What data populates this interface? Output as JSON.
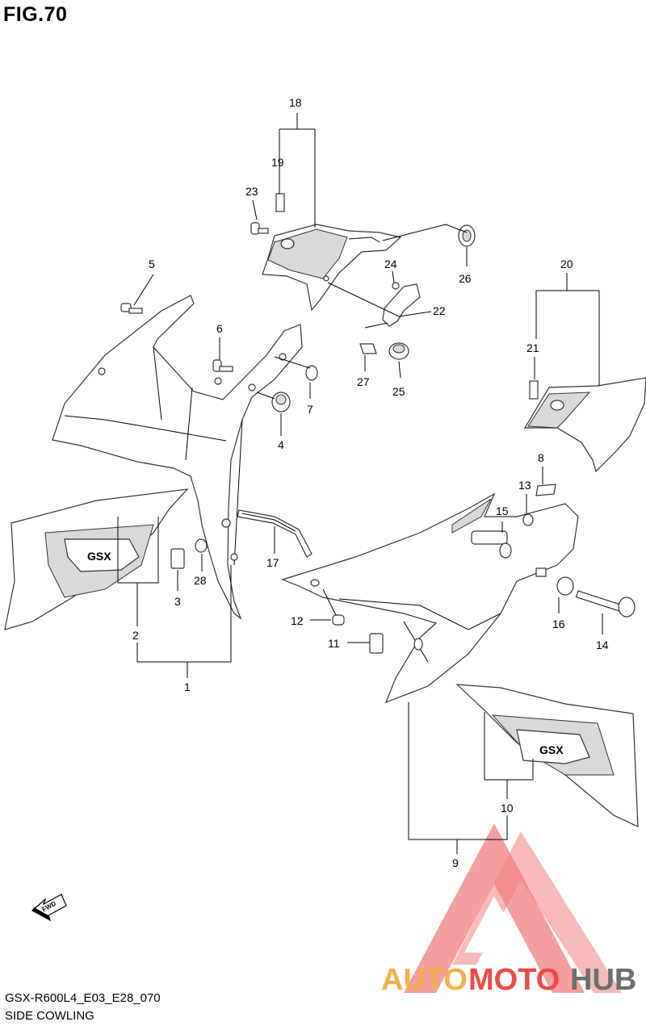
{
  "title": "FIG.70",
  "footer": {
    "code": "GSX-R600L4_E03_E28_070",
    "name": "SIDE COWLING"
  },
  "fwd_label": "FWD",
  "logo_text": "GSX",
  "callouts": {
    "n1": "1",
    "n2": "2",
    "n3": "3",
    "n4": "4",
    "n5": "5",
    "n6": "6",
    "n7": "7",
    "n8": "8",
    "n9": "9",
    "n10": "10",
    "n11": "11",
    "n12": "12",
    "n13": "13",
    "n14": "14",
    "n15": "15",
    "n16": "16",
    "n17": "17",
    "n18": "18",
    "n19": "19",
    "n20": "20",
    "n21": "21",
    "n22": "22",
    "n23": "23",
    "n24": "24",
    "n25": "25",
    "n26": "26",
    "n27": "27",
    "n28": "28"
  },
  "watermark": {
    "part1": "AUTO",
    "part2": "MOTO",
    "part3": "HUB",
    "colors": {
      "orange": "#f4b04a",
      "red": "#ef4a45",
      "gray": "#6e6e6e",
      "triangle": "#f06a6a"
    }
  }
}
